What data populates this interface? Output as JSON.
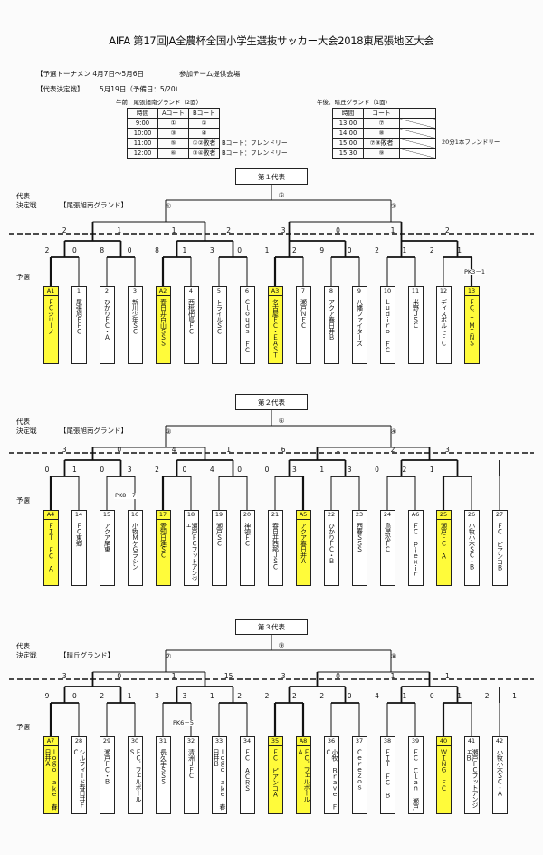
{
  "title": "AIFA 第17回JA全農杯全国小学生選抜サッカー大会2018東尾張地区大会",
  "info": {
    "prelim": "【予選トーナメン 4月7日～5月6日",
    "hosts": "参加チーム提供会場",
    "final_label": "【代表決定戦】",
    "final_date": "5月19日（予備日：5/20）"
  },
  "am": {
    "title": "午前：尾張旭南グランド（2面）",
    "header": [
      "時間",
      "Aコート",
      "Bコート"
    ],
    "rows": [
      [
        "9:00",
        "①",
        "②",
        ""
      ],
      [
        "10:00",
        "③",
        "④",
        ""
      ],
      [
        "11:00",
        "⑤",
        "①②敗者",
        "Bコート：フレンドリー"
      ],
      [
        "12:00",
        "⑥",
        "③④敗者",
        "Bコート：フレンドリー"
      ]
    ]
  },
  "pm": {
    "title": "午後：晴丘グランド（1面）",
    "header": [
      "時間",
      "コート"
    ],
    "rows": [
      [
        "13:00",
        "⑦",
        ""
      ],
      [
        "14:00",
        "⑧",
        ""
      ],
      [
        "15:00",
        "⑦⑧敗者",
        ""
      ],
      [
        "15:30",
        "⑨",
        ""
      ]
    ],
    "note": "20分1本フレンドリー"
  },
  "labels": {
    "rep": "代表",
    "dec": "決定戦",
    "prelim": "予選"
  },
  "sections": [
    {
      "header": "第１代表",
      "venue": "【尾張旭南グランド】",
      "final": "⑤",
      "semis": [
        "①",
        "②"
      ],
      "pk": [
        {
          "text": "PK3－1"
        }
      ],
      "scores": [
        "2",
        "1",
        "1",
        "2",
        "3",
        "0",
        "1",
        "2",
        "2",
        "0",
        "8",
        "0",
        "8",
        "1",
        "3",
        "0",
        "1",
        "2",
        "9",
        "0",
        "2",
        "1",
        "2",
        "1"
      ],
      "teams": [
        {
          "no": "A1",
          "name": "ＦＣジリーノ",
          "seed": true
        },
        {
          "no": "1",
          "name": "尾張旭ＦＦＣ",
          "seed": false
        },
        {
          "no": "2",
          "name": "ひかりＦＣ・Ａ",
          "seed": false
        },
        {
          "no": "3",
          "name": "新川少年ＳＣ",
          "seed": false
        },
        {
          "no": "A2",
          "name": "春日井白山ＳＳＳ",
          "seed": true
        },
        {
          "no": "4",
          "name": "西枇杷島ＦＣ",
          "seed": false
        },
        {
          "no": "5",
          "name": "トライルＳＣ",
          "seed": false
        },
        {
          "no": "6",
          "name": "Ｃｌｏｕｄｓ ＦＣ",
          "seed": false
        },
        {
          "no": "A3",
          "name": "名古屋ＦＣ・ＥＡＳＴ",
          "seed": true
        },
        {
          "no": "7",
          "name": "瀬戸ＮＦＣ",
          "seed": false
        },
        {
          "no": "8",
          "name": "アクア春日井Ｂ",
          "seed": false
        },
        {
          "no": "9",
          "name": "八幡ファイターズ",
          "seed": false
        },
        {
          "no": "10",
          "name": "Ｌｕｄｉｒｏ ＦＣ",
          "seed": false
        },
        {
          "no": "11",
          "name": "米野ＪＳＣ",
          "seed": false
        },
        {
          "no": "12",
          "name": "ディスポルトＦＣ",
          "seed": false
        },
        {
          "no": "13",
          "name": "ＦＣ．ＩＭＩＮＳ",
          "seed": true
        }
      ]
    },
    {
      "header": "第２代表",
      "venue": "【尾張旭南グランド】",
      "final": "⑥",
      "semis": [
        "③",
        "④"
      ],
      "pk": [
        {
          "text": "PK8－7"
        }
      ],
      "scores": [
        "3",
        "0",
        "4",
        "1",
        "6",
        "1",
        "2",
        "3",
        "0",
        "1",
        "0",
        "3",
        "2",
        "0",
        "4",
        "0",
        "0",
        "3",
        "1",
        "3",
        "0",
        "2",
        "1"
      ],
      "teams": [
        {
          "no": "A4",
          "name": "ＦＩＴ ＦＣ Ａ",
          "seed": true
        },
        {
          "no": "14",
          "name": "ＦＣ東郷",
          "seed": false
        },
        {
          "no": "15",
          "name": "アクア尾東",
          "seed": false
        },
        {
          "no": "16",
          "name": "小牧ＭケＧラシン",
          "seed": false
        },
        {
          "no": "17",
          "name": "愛知日進ＳＣ",
          "seed": true
        },
        {
          "no": "18",
          "name": "瀬戸ＦＣフットアンジェ",
          "seed": false
        },
        {
          "no": "19",
          "name": "瀬戸ＳＣ",
          "seed": false
        },
        {
          "no": "20",
          "name": "神領ＦＣ",
          "seed": false
        },
        {
          "no": "21",
          "name": "春日井西部ＪＳＣ",
          "seed": false
        },
        {
          "no": "A5",
          "name": "アクア春日井Ａ",
          "seed": true
        },
        {
          "no": "22",
          "name": "ひかりＦＣ・Ｂ",
          "seed": false
        },
        {
          "no": "23",
          "name": "西春ＳＳＳ",
          "seed": false
        },
        {
          "no": "24",
          "name": "鳥居松ＦＣ",
          "seed": false
        },
        {
          "no": "A6",
          "name": "ＦＣ ｐｉｅｘｉｒ",
          "seed": false
        },
        {
          "no": "25",
          "name": "瀬戸ＦＣ Ａ",
          "seed": true
        },
        {
          "no": "26",
          "name": "小牧小木ＳＣ・Ｂ",
          "seed": false
        },
        {
          "no": "27",
          "name": "ＦＣ ピアンコＢ",
          "seed": false
        }
      ]
    },
    {
      "header": "第３代表",
      "venue": "【晴丘グランド】",
      "final": "⑨",
      "semis": [
        "⑦",
        "⑧"
      ],
      "pk": [
        {
          "text": "PK6－5"
        }
      ],
      "scores": [
        "3",
        "0",
        "1",
        "15",
        "3",
        "0",
        "1",
        "1",
        "9",
        "0",
        "2",
        "1",
        "3",
        "3",
        "1",
        "2",
        "2",
        "2",
        "2",
        "0",
        "4",
        "1",
        "0",
        "1",
        "2",
        "1"
      ],
      "teams": [
        {
          "no": "A7",
          "name": "ｌｏｇｏ ａｋｅ 春日井Ａ",
          "seed": true
        },
        {
          "no": "28",
          "name": "シルフィード春日井ＦＣ",
          "seed": false
        },
        {
          "no": "29",
          "name": "瀬戸ＦＣ・Ｂ",
          "seed": false
        },
        {
          "no": "30",
          "name": "ＦＣ．フェルボール Ｓ",
          "seed": false
        },
        {
          "no": "31",
          "name": "長久手ＳＳＳ",
          "seed": false
        },
        {
          "no": "32",
          "name": "清洲ＪＦＣ",
          "seed": false
        },
        {
          "no": "33",
          "name": "ｌｏｇｏ ａｋｅ 春日井Ｂ",
          "seed": false
        },
        {
          "no": "34",
          "name": "ＦＣ ＡＣＲＳ",
          "seed": false
        },
        {
          "no": "35",
          "name": "ＦＣ ピアンコＡ",
          "seed": true
        },
        {
          "no": "A8",
          "name": "ＦＣ．フェルボール Ａ",
          "seed": true
        },
        {
          "no": "36",
          "name": "小牧 Ｂｒａｖｅ ＦＣ",
          "seed": false
        },
        {
          "no": "37",
          "name": "Ｃｅｒｅｚｏｓ",
          "seed": false
        },
        {
          "no": "38",
          "name": "ＦＩＴ ＦＣ Ｂ",
          "seed": false
        },
        {
          "no": "39",
          "name": "ＦＣ Ｃｌａｎ 瀬戸",
          "seed": false
        },
        {
          "no": "40",
          "name": "ＷＩＮＧ ＦＣ",
          "seed": true
        },
        {
          "no": "41",
          "name": "瀬戸ＦＣフットアンジェＢ",
          "seed": false
        },
        {
          "no": "42",
          "name": "小牧小木ＳＣ・Ａ",
          "seed": false
        }
      ]
    }
  ]
}
